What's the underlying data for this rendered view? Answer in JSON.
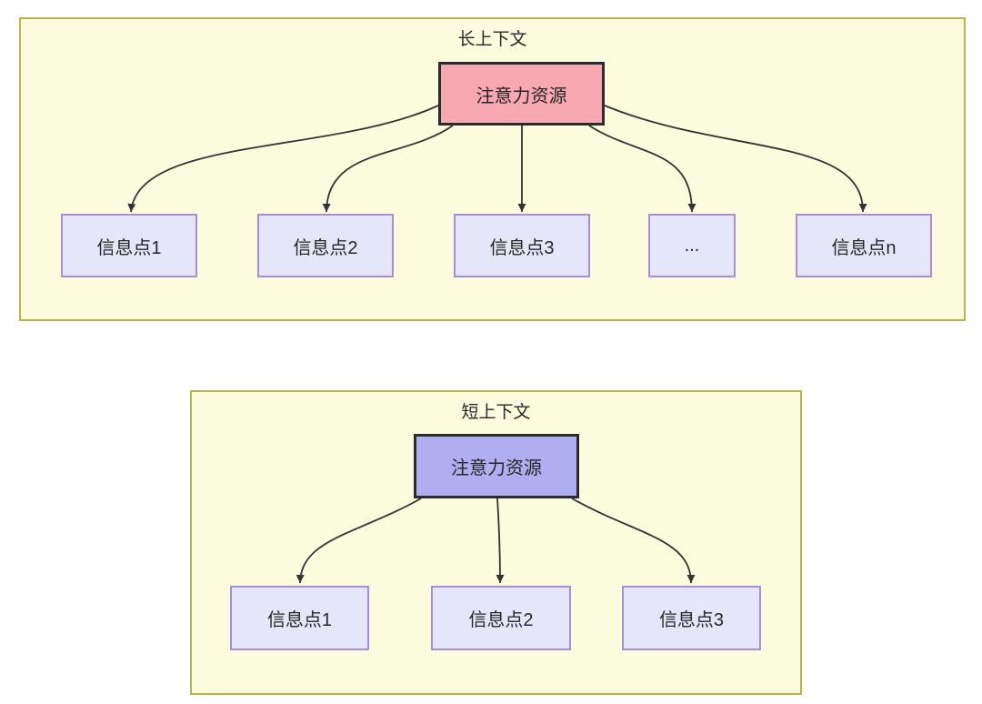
{
  "diagram": {
    "type": "flowchart",
    "sections": [
      {
        "title": "长上下文",
        "root_label": "注意力资源",
        "root_fill": "#f7a8b1",
        "children": [
          "信息点1",
          "信息点2",
          "信息点3",
          "...",
          "信息点n"
        ],
        "edges": "root fans out to all 5 info-point boxes"
      },
      {
        "title": "短上下文",
        "root_label": "注意力资源",
        "root_fill": "#aeaef0",
        "children": [
          "信息点1",
          "信息点2",
          "信息点3"
        ],
        "edges": "root fans out to all 3 info-point boxes"
      }
    ],
    "colors": {
      "page_background": "#ffffff",
      "container_fill": "#fbfbde",
      "container_border": "#b6b64c",
      "child_node_fill": "#e6e6fa",
      "child_node_border": "#a78fd8",
      "root_node_border": "#2b2b2b",
      "edge_stroke": "#333333",
      "text": "#262626"
    }
  }
}
